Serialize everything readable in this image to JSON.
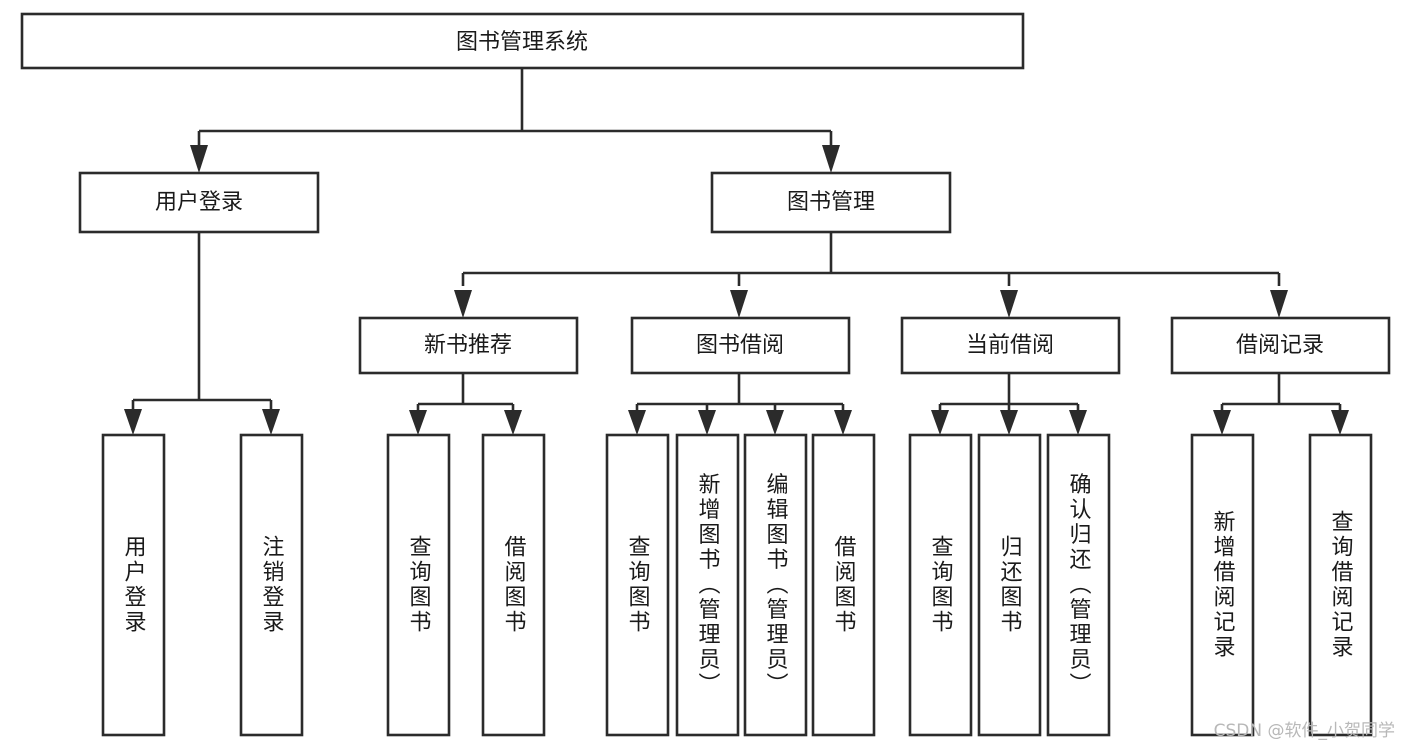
{
  "diagram": {
    "title": "图书管理系统",
    "type": "tree",
    "watermark": "CSDN @软件_小贺同学",
    "colors": {
      "stroke": "#2b2b2b",
      "box_fill": "#ffffff",
      "text": "#1a1a1a",
      "background": "#ffffff",
      "watermark": "#b8b8b8"
    },
    "root": {
      "label": "图书管理系统",
      "orientation": "horizontal"
    },
    "level2": [
      {
        "label": "用户登录",
        "orientation": "horizontal"
      },
      {
        "label": "图书管理",
        "orientation": "horizontal"
      }
    ],
    "level3": [
      {
        "label": "新书推荐",
        "orientation": "horizontal",
        "parent": "图书管理"
      },
      {
        "label": "图书借阅",
        "orientation": "horizontal",
        "parent": "图书管理"
      },
      {
        "label": "当前借阅",
        "orientation": "horizontal",
        "parent": "图书管理"
      },
      {
        "label": "借阅记录",
        "orientation": "horizontal",
        "parent": "图书管理"
      }
    ],
    "leaves": {
      "user_login": [
        {
          "label": "用户登录",
          "orientation": "vertical"
        },
        {
          "label": "注销登录",
          "orientation": "vertical"
        }
      ],
      "new_book_recommend": [
        {
          "label": "查询图书",
          "orientation": "vertical"
        },
        {
          "label": "借阅图书",
          "orientation": "vertical"
        }
      ],
      "book_borrow": [
        {
          "label": "查询图书",
          "orientation": "vertical"
        },
        {
          "label": "新增图书（管理员）",
          "orientation": "vertical"
        },
        {
          "label": "编辑图书（管理员）",
          "orientation": "vertical"
        },
        {
          "label": "借阅图书",
          "orientation": "vertical"
        }
      ],
      "current_borrow": [
        {
          "label": "查询图书",
          "orientation": "vertical"
        },
        {
          "label": "归还图书",
          "orientation": "vertical"
        },
        {
          "label": "确认归还（管理员）",
          "orientation": "vertical"
        }
      ],
      "borrow_record": [
        {
          "label": "新增借阅记录",
          "orientation": "vertical"
        },
        {
          "label": "查询借阅记录",
          "orientation": "vertical"
        }
      ]
    }
  }
}
